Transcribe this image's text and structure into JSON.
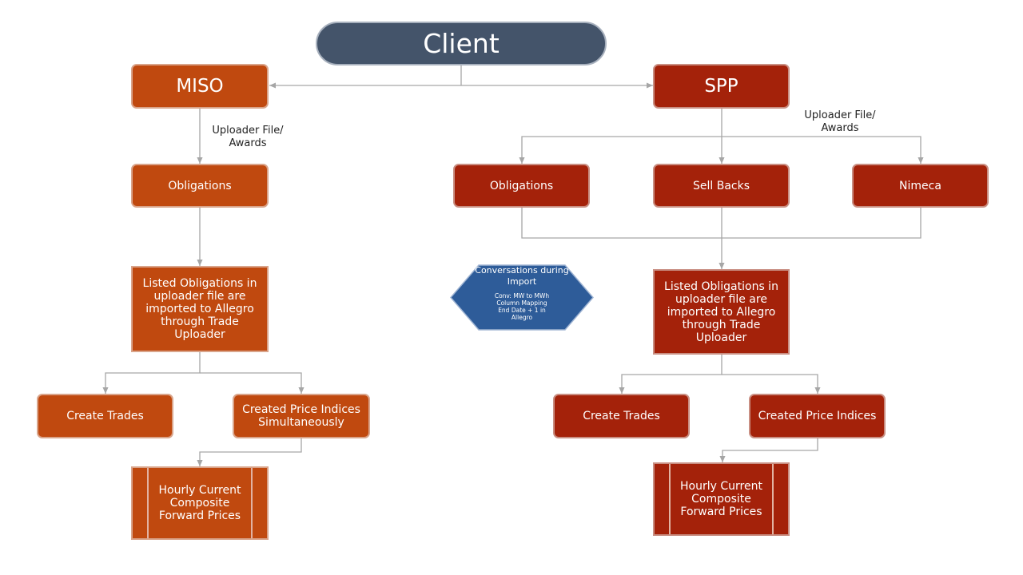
{
  "client": {
    "label": "Client"
  },
  "miso": {
    "label": "MISO",
    "edge_label": "Uploader File/\nAwards",
    "obligations": "Obligations",
    "import_step": "Listed Obligations in uploader file are imported to Allegro through Trade Uploader",
    "create_trades": "Create Trades",
    "price_indices": "Created Price Indices Simultaneously",
    "forward_prices": "Hourly Current Composite Forward Prices"
  },
  "spp": {
    "label": "SPP",
    "edge_label": "Uploader File/\nAwards",
    "obligations": "Obligations",
    "sell_backs": "Sell Backs",
    "nimeca": "Nimeca",
    "import_step": "Listed Obligations in uploader file are imported to Allegro through Trade Uploader",
    "create_trades": "Create Trades",
    "price_indices": "Created Price Indices",
    "forward_prices": "Hourly Current Composite Forward Prices"
  },
  "conversions": {
    "title": "Conversations during Import",
    "detail": "Conv: MW to MWh\nColumn Mapping\nEnd Date + 1 in\nAllegro"
  },
  "colors": {
    "client_fill": "#44546a",
    "miso_fill": "#c0490f",
    "spp_fill": "#a4220a",
    "hexagon_fill": "#2e5c99",
    "connector": "#a6a6a6"
  }
}
